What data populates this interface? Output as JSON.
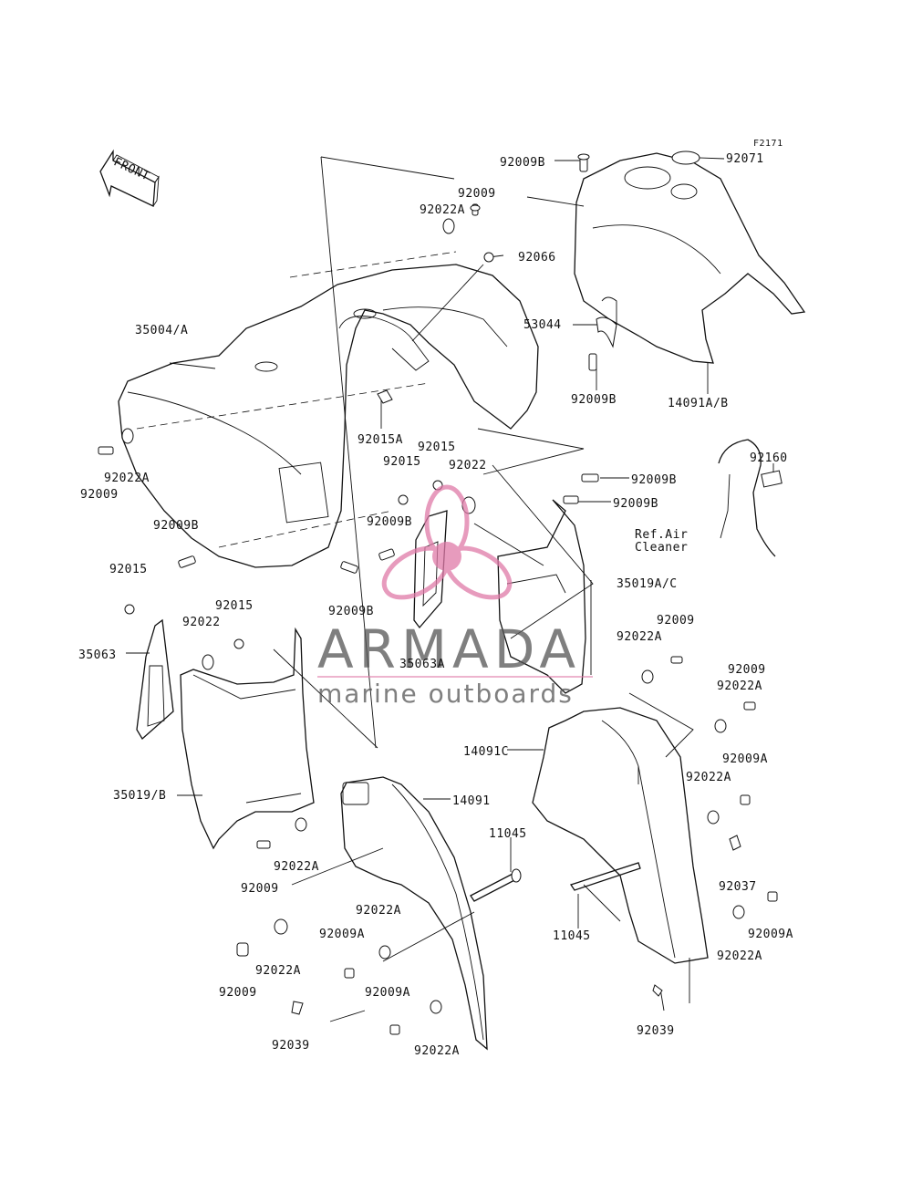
{
  "diagram": {
    "code": "F2171",
    "direction_label": "FRONT",
    "ref_note": [
      "Ref.Air",
      "Cleaner"
    ]
  },
  "watermark": {
    "title": "ARMADA",
    "subtitle": "marine outboards",
    "colors": {
      "logo": "#e07aa8",
      "text": "#555555"
    }
  },
  "labels": {
    "p92009B_top": "92009B",
    "p92071": "92071",
    "p92009_a": "92009",
    "p92022A_a": "92022A",
    "p92066": "92066",
    "p35004A": "35004/A",
    "p53044": "53044",
    "p92009B_b": "92009B",
    "p14091AB": "14091A/B",
    "p92015A": "92015A",
    "p92015_a": "92015",
    "p92022A_b": "92022A",
    "p92009_b": "92009",
    "p92015_b": "92015",
    "p92022_a": "92022",
    "p92009B_c": "92009B",
    "p92160": "92160",
    "p92009B_d": "92009B",
    "p92009B_e": "92009B",
    "p92009B_f": "92009B",
    "p35019AC": "35019A/C",
    "p92015_c": "92015",
    "p92015_d": "92015",
    "p92022_b": "92022",
    "p92009B_g": "92009B",
    "p35063": "35063",
    "p35063A": "35063A",
    "p92009_c": "92009",
    "p92022A_c": "92022A",
    "p92009_d": "92009",
    "p92022A_d": "92022A",
    "p14091C": "14091C",
    "p92009A_a": "92009A",
    "p92022A_e": "92022A",
    "p35019B": "35019/B",
    "p14091": "14091",
    "p11045_a": "11045",
    "p92022A_f": "92022A",
    "p92009_e": "92009",
    "p92022A_g": "92022A",
    "p92009A_b": "92009A",
    "p92037": "92037",
    "p11045_b": "11045",
    "p92009A_c": "92009A",
    "p92022A_h": "92022A",
    "p92009_f": "92009",
    "p92022A_i": "92022A",
    "p92009A_d": "92009A",
    "p92039_a": "92039",
    "p92022A_j": "92022A",
    "p92039_b": "92039"
  }
}
